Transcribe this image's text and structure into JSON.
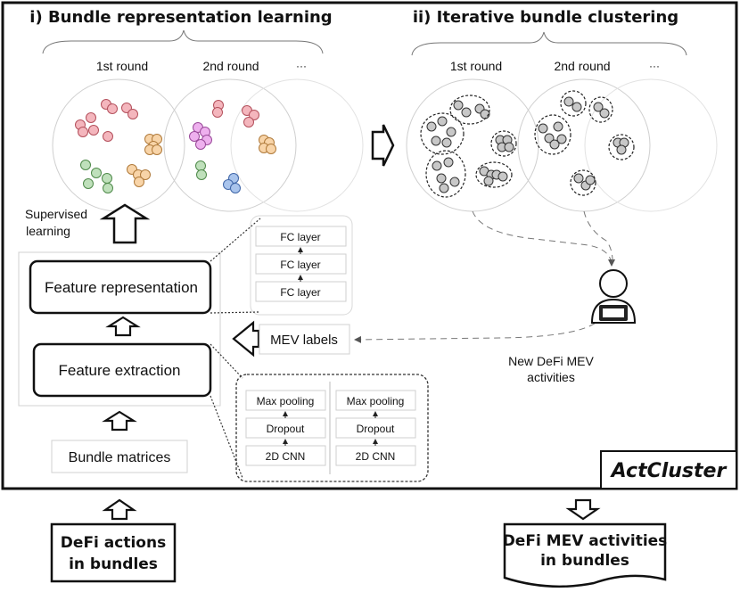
{
  "sections": {
    "left_title": "i) Bundle representation learning",
    "right_title": "ii) Iterative bundle clustering"
  },
  "rounds": {
    "first": "1st round",
    "second": "2nd round",
    "more": "···"
  },
  "labels": {
    "supervised_line1": "Supervised",
    "supervised_line2": "learning",
    "feature_representation": "Feature representation",
    "feature_extraction": "Feature extraction",
    "bundle_matrices": "Bundle matrices",
    "mev_labels": "MEV labels",
    "new_activities_line1": "New DeFi MEV",
    "new_activities_line2": "activities",
    "fc_layer": "FC layer",
    "max_pooling": "Max pooling",
    "dropout": "Dropout",
    "cnn": "2D CNN",
    "brand": "ActCluster"
  },
  "io": {
    "input_line1": "DeFi actions",
    "input_line2": "in bundles",
    "output_line1": "DeFi MEV activities",
    "output_line2": "in bundles"
  },
  "colors": {
    "red": "#f4b6bd",
    "red_stroke": "#b4505c",
    "green": "#bfe0bb",
    "green_stroke": "#4f8a4a",
    "orange": "#f8d4a8",
    "orange_stroke": "#b07a3a",
    "purple": "#eeb0ee",
    "purple_stroke": "#9a4a9a",
    "blue": "#a9c4ec",
    "blue_stroke": "#3f66a8",
    "gray": "#c8c8c8",
    "gray_stroke": "#333333"
  }
}
